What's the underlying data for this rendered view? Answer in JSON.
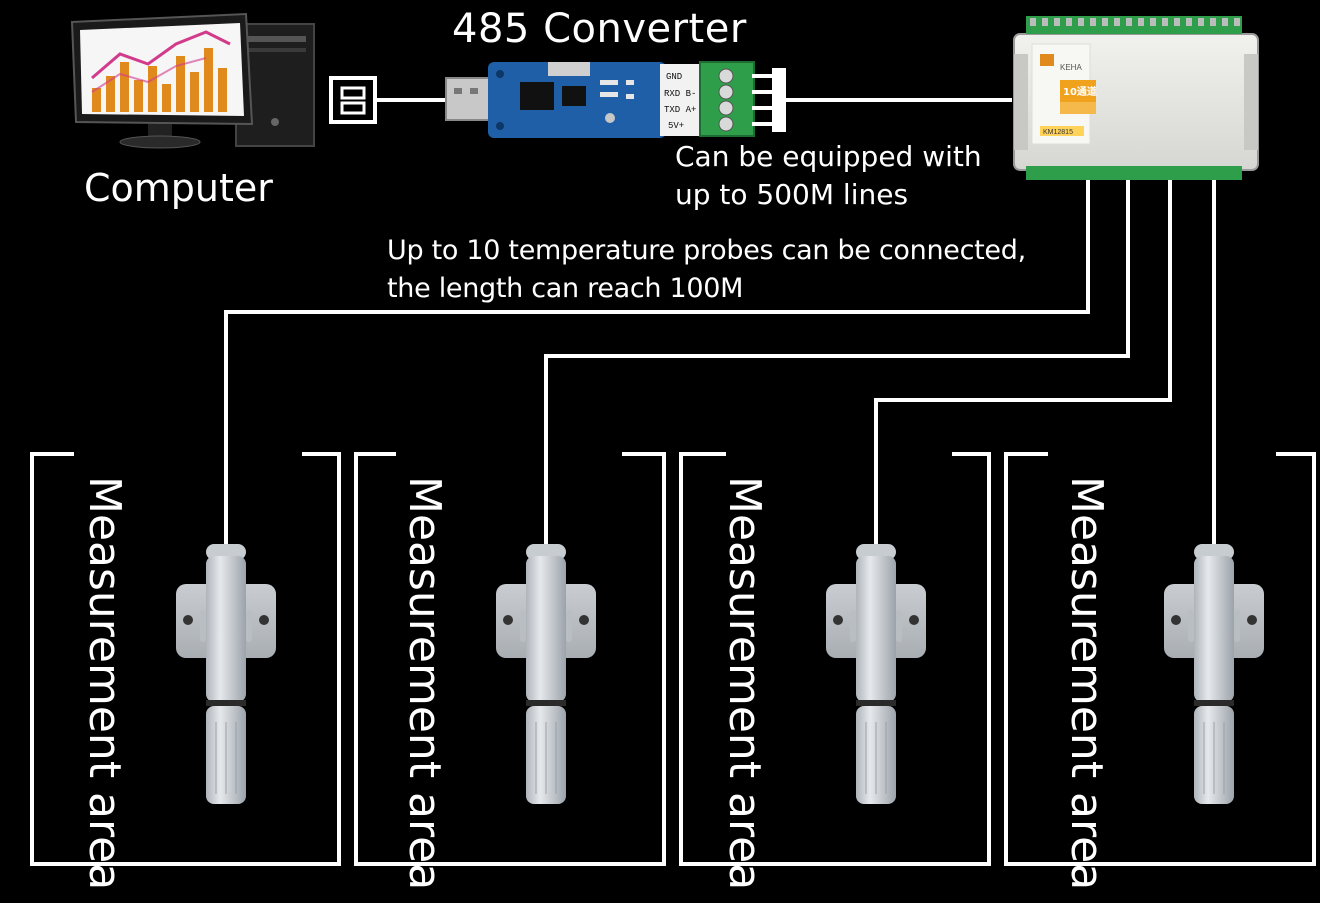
{
  "labels": {
    "converter_title": "485 Converter",
    "computer": "Computer",
    "line_note_1": "Can be equipped with",
    "line_note_2": "up to 500M lines",
    "probe_note_1": "Up to 10 temperature probes can be connected,",
    "probe_note_2": "the length can reach 100M"
  },
  "module": {
    "brand": "KEHA",
    "channels": "10通道",
    "model": "KM12815"
  },
  "converter_pins": [
    "GND",
    "RXD B-",
    "TXD A+",
    "5V+"
  ],
  "areas": [
    {
      "label": "Measurement area"
    },
    {
      "label": "Measurement area"
    },
    {
      "label": "Measurement area"
    },
    {
      "label": "Measurement area"
    }
  ],
  "colors": {
    "background": "#000000",
    "wire": "#ffffff",
    "pcb": "#1f5fa8",
    "terminal": "#2e9e4a",
    "module_body": "#e8e8e4",
    "probe_body": "#d4d8dc"
  }
}
